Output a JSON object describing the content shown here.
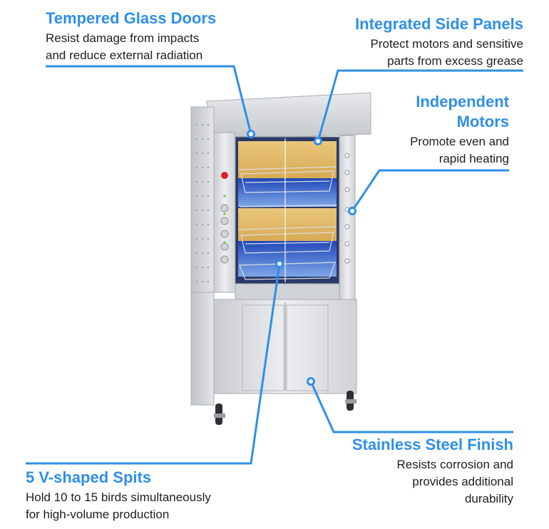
{
  "colors": {
    "accent": "#2f8fe8",
    "text": "#1e1e1e",
    "steel": "#dadcdf",
    "heater": "#e1bd6e",
    "flame_blue": "#2956c9"
  },
  "callouts": {
    "glass": {
      "title": "Tempered Glass Doors",
      "lines": [
        "Resist damage from impacts",
        "and reduce external radiation"
      ]
    },
    "panels": {
      "title": "Integrated Side Panels",
      "lines": [
        "Protect motors and sensitive",
        "parts from excess grease"
      ]
    },
    "motors": {
      "title_lines": [
        "Independent",
        "Motors"
      ],
      "lines": [
        "Promote even and",
        "rapid heating"
      ]
    },
    "steel": {
      "title": "Stainless Steel Finish",
      "lines": [
        "Resists corrosion and",
        "provides additional",
        "durability"
      ]
    },
    "spits": {
      "title": "5 V-shaped Spits",
      "lines": [
        "Hold 10 to 15 birds simultaneously",
        "for high-volume production"
      ]
    }
  }
}
